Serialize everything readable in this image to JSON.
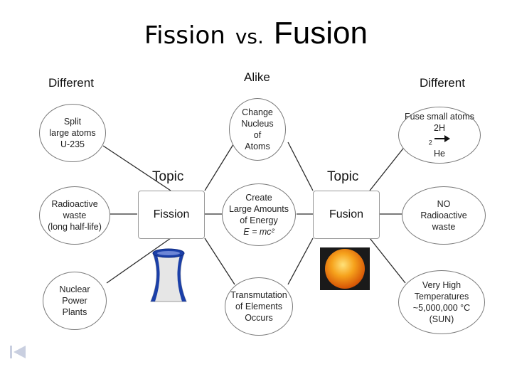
{
  "title": {
    "part1": "Fission",
    "vs": "vs.",
    "part2": "Fusion"
  },
  "headers": {
    "left": "Different",
    "center": "Alike",
    "right": "Different"
  },
  "topics": {
    "left_label": "Topic",
    "left_name": "Fission",
    "right_label": "Topic",
    "right_name": "Fusion"
  },
  "fission_nodes": [
    {
      "lines": [
        "Split",
        "large atoms",
        "U-235"
      ]
    },
    {
      "lines": [
        "Radioactive",
        "waste",
        "(long half-life)"
      ]
    },
    {
      "lines": [
        "Nuclear",
        "Power",
        "Plants"
      ]
    }
  ],
  "alike_nodes": [
    {
      "lines": [
        "Change",
        "Nucleus",
        "of",
        "Atoms"
      ]
    },
    {
      "lines": [
        "Create",
        "Large Amounts",
        "of Energy"
      ],
      "equation": "E = mc²"
    },
    {
      "lines": [
        "Transmutation",
        "of Elements",
        "Occurs"
      ]
    }
  ],
  "fusion_nodes": [
    {
      "line1": "Fuse small atoms",
      "eq_left": "2H",
      "eq_sub": "2",
      "eq_right": "He"
    },
    {
      "lines": [
        "NO",
        "Radioactive",
        "waste"
      ]
    },
    {
      "lines": [
        "Very High",
        "Temperatures",
        "~5,000,000 °C",
        "(SUN)"
      ]
    }
  ],
  "colors": {
    "line": "#2b2b2b",
    "node_border": "#7a7a7a",
    "tower_body": "#e6e6e6",
    "tower_accent": "#1b3fa8"
  },
  "icons": {
    "tower": "cooling-tower-icon",
    "sun": "sun-photo",
    "nav": "nav-first-icon"
  }
}
